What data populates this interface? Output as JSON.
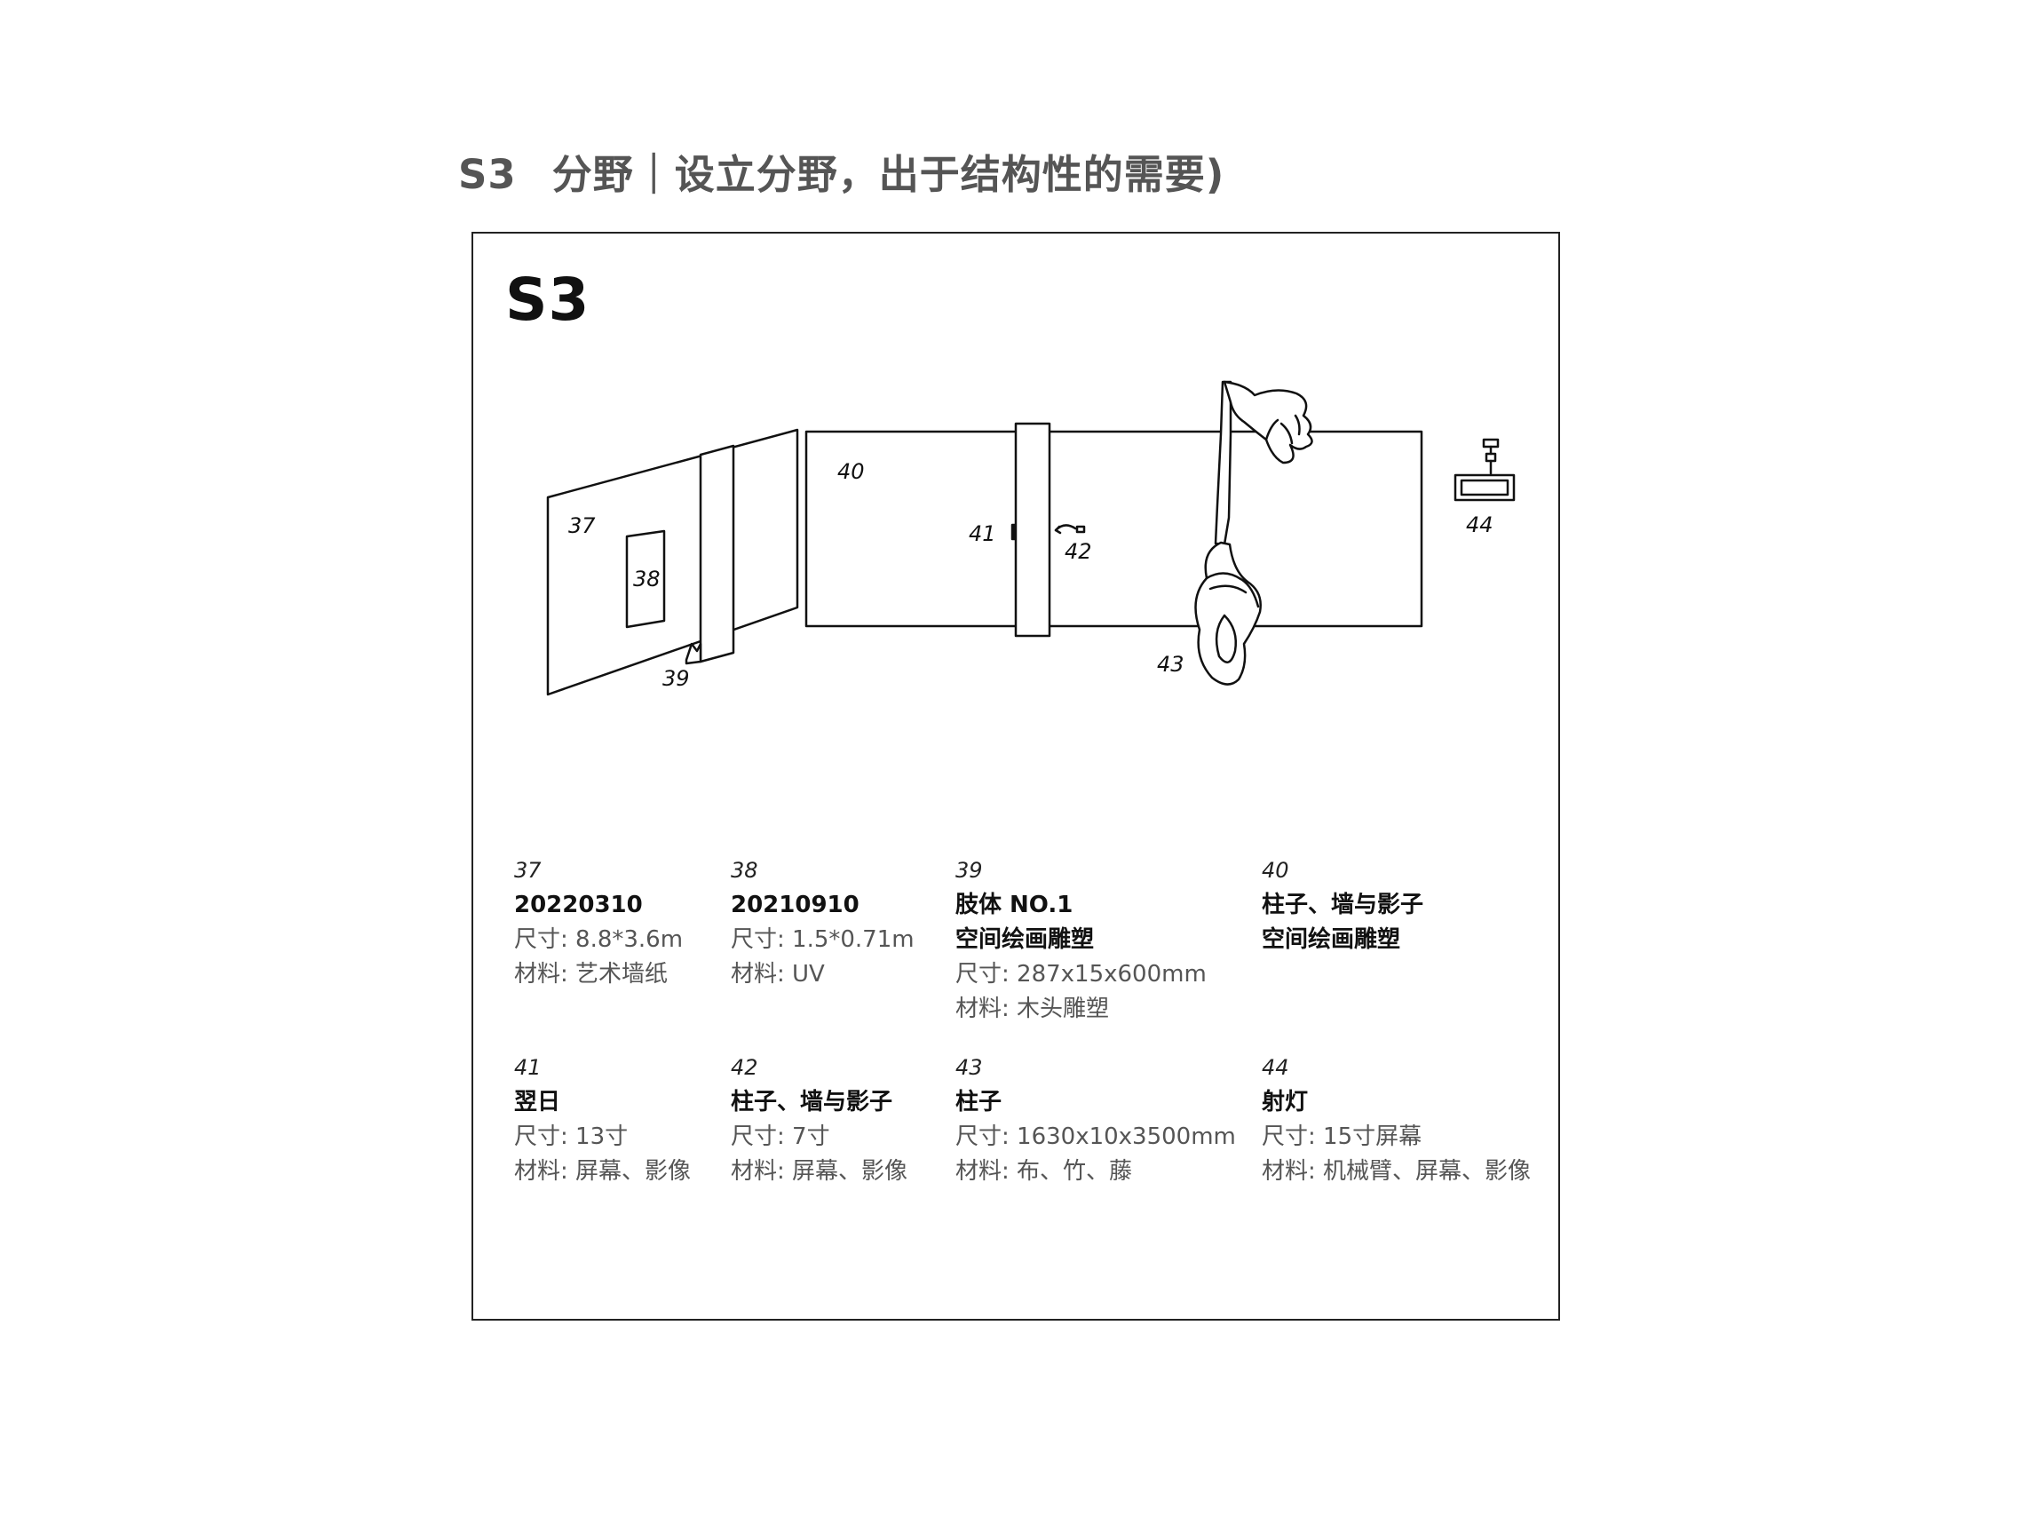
{
  "header": {
    "code": "S3",
    "title": "分野｜设立分野，出于结构性的需要)"
  },
  "frame": {
    "label": "S3"
  },
  "diagram": {
    "callouts": [
      "37",
      "38",
      "39",
      "40",
      "41",
      "42",
      "43",
      "44"
    ]
  },
  "legend": [
    {
      "num": "37",
      "title": "20220310",
      "lines": [
        "尺寸: 8.8*3.6m",
        "材料: 艺术墙纸"
      ]
    },
    {
      "num": "38",
      "title": "20210910",
      "lines": [
        "尺寸: 1.5*0.71m",
        "材料: UV"
      ]
    },
    {
      "num": "39",
      "title": "肢体 NO.1",
      "subtitle": "空间绘画雕塑",
      "lines": [
        "尺寸: 287x15x600mm",
        "材料: 木头雕塑"
      ]
    },
    {
      "num": "40",
      "title": "柱子、墙与影子",
      "subtitle": "空间绘画雕塑",
      "lines": []
    },
    {
      "num": "41",
      "title": "翌日",
      "lines": [
        "尺寸: 13寸",
        "材料: 屏幕、影像"
      ]
    },
    {
      "num": "42",
      "title": "柱子、墙与影子",
      "lines": [
        "尺寸: 7寸",
        "材料: 屏幕、影像"
      ]
    },
    {
      "num": "43",
      "title": "柱子",
      "lines": [
        "尺寸: 1630x10x3500mm",
        "材料: 布、竹、藤"
      ]
    },
    {
      "num": "44",
      "title": "射灯",
      "lines": [
        "尺寸: 15寸屏幕",
        "材料: 机械臂、屏幕、影像"
      ]
    }
  ]
}
